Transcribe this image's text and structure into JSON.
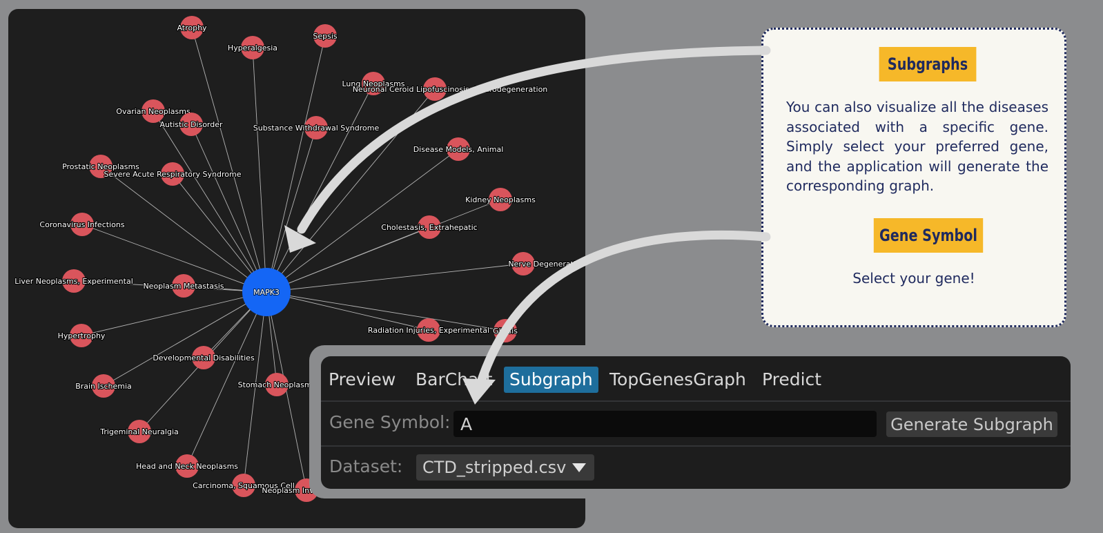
{
  "graph": {
    "center": "MAPK3",
    "nodes": [
      "Atrophy",
      "Hyperalgesia",
      "Sepsis",
      "Lung Neoplasms",
      "Neuronal Ceroid Lipofuscinosis, Neurodegeneration",
      "Ovarian Neoplasms",
      "Autistic Disorder",
      "Substance Withdrawal Syndrome",
      "Disease Models, Animal",
      "Prostatic Neoplasms",
      "Severe Acute Respiratory Syndrome",
      "Kidney Neoplasms",
      "Coronavirus Infections",
      "Cholestasis, Extrahepatic",
      "Nerve Degeneration",
      "Liver Neoplasms, Experimental",
      "Neoplasm Metastasis",
      "Hypertrophy",
      "Radiation Injuries, Experimental",
      "Gliosis",
      "Developmental Disabilities",
      "Brain Ischemia",
      "Stomach Neoplasms",
      "Trigeminal Neuralgia",
      "Head and Neck Neoplasms",
      "Carcinoma, Squamous Cell",
      "Neoplasm Invasiveness"
    ],
    "colors": {
      "node": "#d9555c",
      "center": "#1466f5",
      "edge": "#b5b5b5"
    }
  },
  "card": {
    "heading": "Subgraphs",
    "paragraph": "You can also visualize all the diseases associated with a specific gene. Simply select your preferred gene, and the application will generate the corresponding graph.",
    "subheading": "Gene Symbol",
    "hint": "Select your gene!",
    "colors": {
      "tag": "#f6b829",
      "text": "#1f2a5e",
      "background": "#f8f7f1"
    }
  },
  "app": {
    "tabs": [
      {
        "label": "Preview",
        "active": false
      },
      {
        "label": "BarChart",
        "active": false
      },
      {
        "label": "Subgraph",
        "active": true
      },
      {
        "label": "TopGenesGraph",
        "active": false
      },
      {
        "label": "Predict",
        "active": false
      }
    ],
    "gene_symbol_label": "Gene Symbol:",
    "gene_symbol_value": "A",
    "generate_button": "Generate Subgraph",
    "dataset_label": "Dataset:",
    "dataset_value": "CTD_stripped.csv",
    "accent": "#1e6e9c"
  },
  "icons": [
    "arrow-to-graph-icon",
    "arrow-to-input-icon",
    "chevron-down-icon"
  ]
}
